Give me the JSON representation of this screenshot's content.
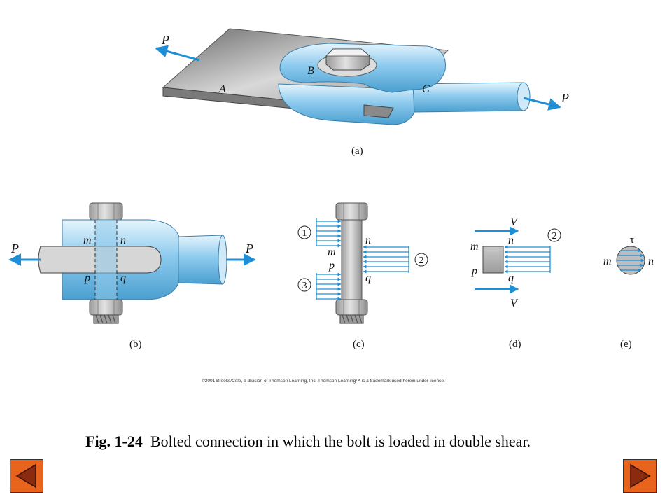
{
  "figure": {
    "panel_a": {
      "caption": "(a)",
      "labels": {
        "A": "A",
        "B": "B",
        "C": "C",
        "P_left": "P",
        "P_right": "P"
      }
    },
    "panel_b": {
      "caption": "(b)",
      "labels": {
        "m": "m",
        "n": "n",
        "p": "p",
        "q": "q",
        "P_left": "P",
        "P_right": "P"
      }
    },
    "panel_c": {
      "caption": "(c)",
      "labels": {
        "m": "m",
        "n": "n",
        "p": "p",
        "q": "q",
        "one": "1",
        "two": "2",
        "three": "3"
      }
    },
    "panel_d": {
      "caption": "(d)",
      "labels": {
        "m": "m",
        "n": "n",
        "p": "p",
        "q": "q",
        "V_top": "V",
        "V_bottom": "V",
        "two": "2"
      }
    },
    "panel_e": {
      "caption": "(e)",
      "labels": {
        "m": "m",
        "n": "n",
        "tau": "τ"
      }
    }
  },
  "copyright": "©2001 Brooks/Cole, a division of Thomson Learning, Inc.  Thomson Learning™ is a trademark used herein under license.",
  "caption": {
    "figure_number": "Fig. 1-24",
    "text": "Bolted connection in which the bolt is loaded in double shear."
  },
  "navigation": {
    "prev_icon": "triangle-left-icon",
    "next_icon": "triangle-right-icon"
  },
  "colors": {
    "arrow": "#1e8fd6",
    "steel_blue": "#9fd3f0",
    "nav_orange": "#e8641c",
    "nav_arrow": "#8a2b10"
  }
}
